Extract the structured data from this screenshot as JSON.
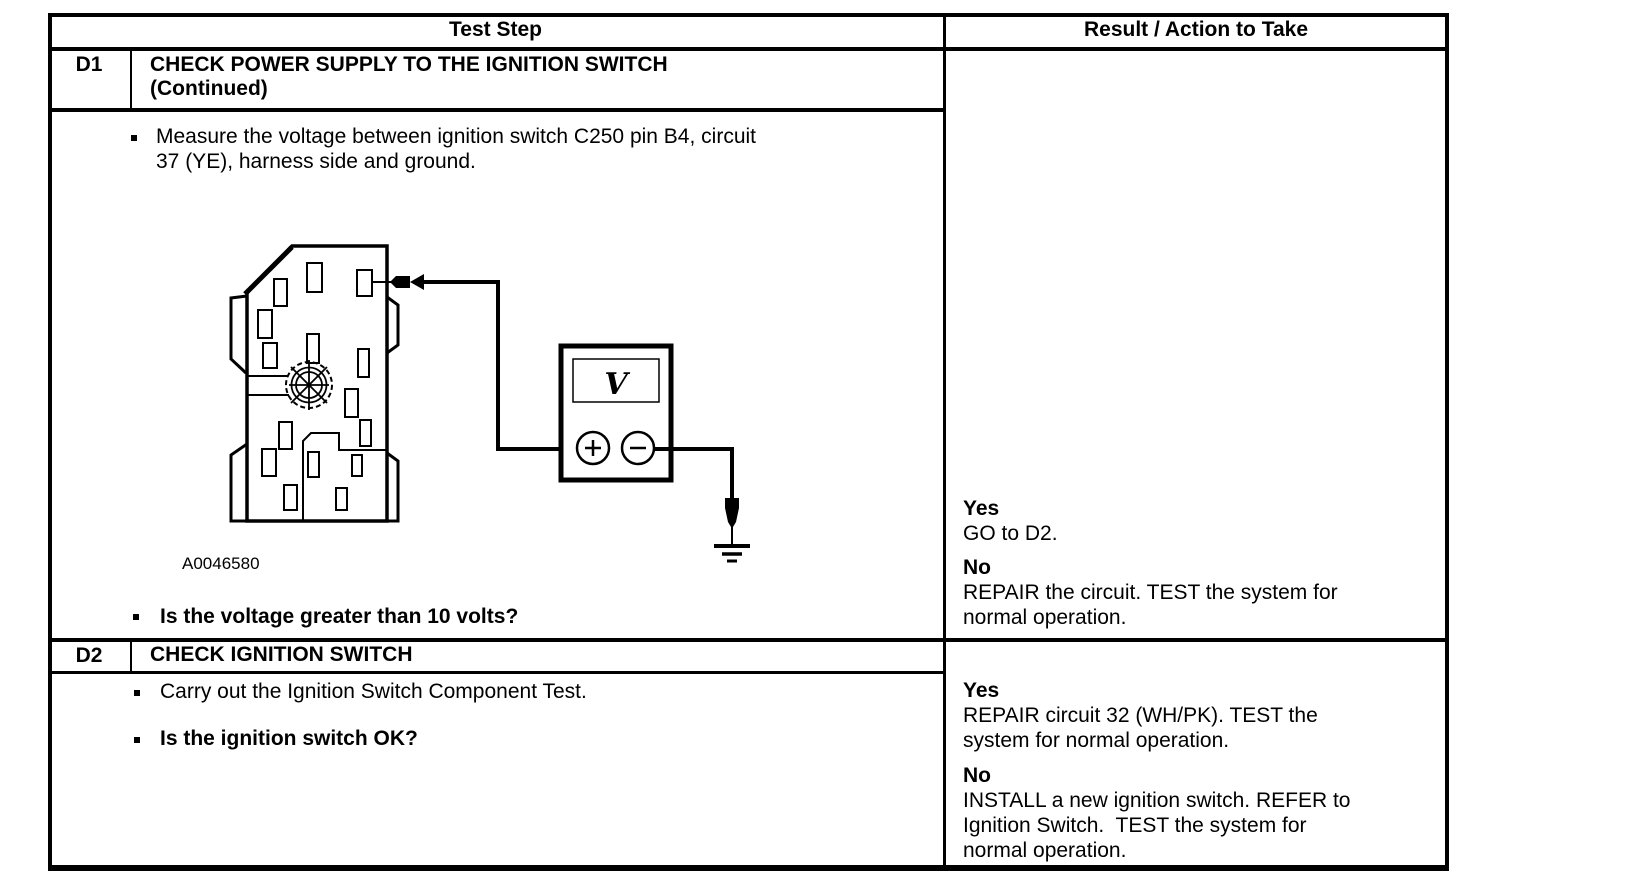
{
  "document": {
    "kind": "pinpoint-test-table",
    "colors": {
      "ink": "#000000",
      "paper": "#ffffff"
    },
    "header": {
      "step_col": "Test Step",
      "result_col": "Result / Action to Take"
    },
    "d1": {
      "id": "D1",
      "title": "CHECK POWER SUPPLY TO THE IGNITION SWITCH\n(Continued)",
      "bullet": "Measure the voltage between ignition switch C250 pin B4, circuit\n37 (YE), harness side and ground.",
      "figure_label": "A0046580",
      "question": "Is the voltage greater than 10 volts?",
      "result": {
        "yes_label": "Yes",
        "yes_action": "GO to D2.",
        "no_label": "No",
        "no_action": "REPAIR the circuit. TEST the system for\nnormal operation."
      }
    },
    "d2": {
      "id": "D2",
      "title": "CHECK IGNITION SWITCH",
      "bullet": "Carry out the Ignition Switch Component Test.",
      "question": "Is the ignition switch OK?",
      "result": {
        "yes_label": "Yes",
        "yes_action": "REPAIR circuit 32 (WH/PK). TEST the\nsystem for normal operation.",
        "no_label": "No",
        "no_action": "INSTALL a new ignition switch. REFER to\nIgnition Switch.  TEST the system for\nnormal operation."
      }
    },
    "figure": {
      "meter_symbol": "V",
      "plus_terminal": "+",
      "minus_terminal": "−"
    }
  }
}
